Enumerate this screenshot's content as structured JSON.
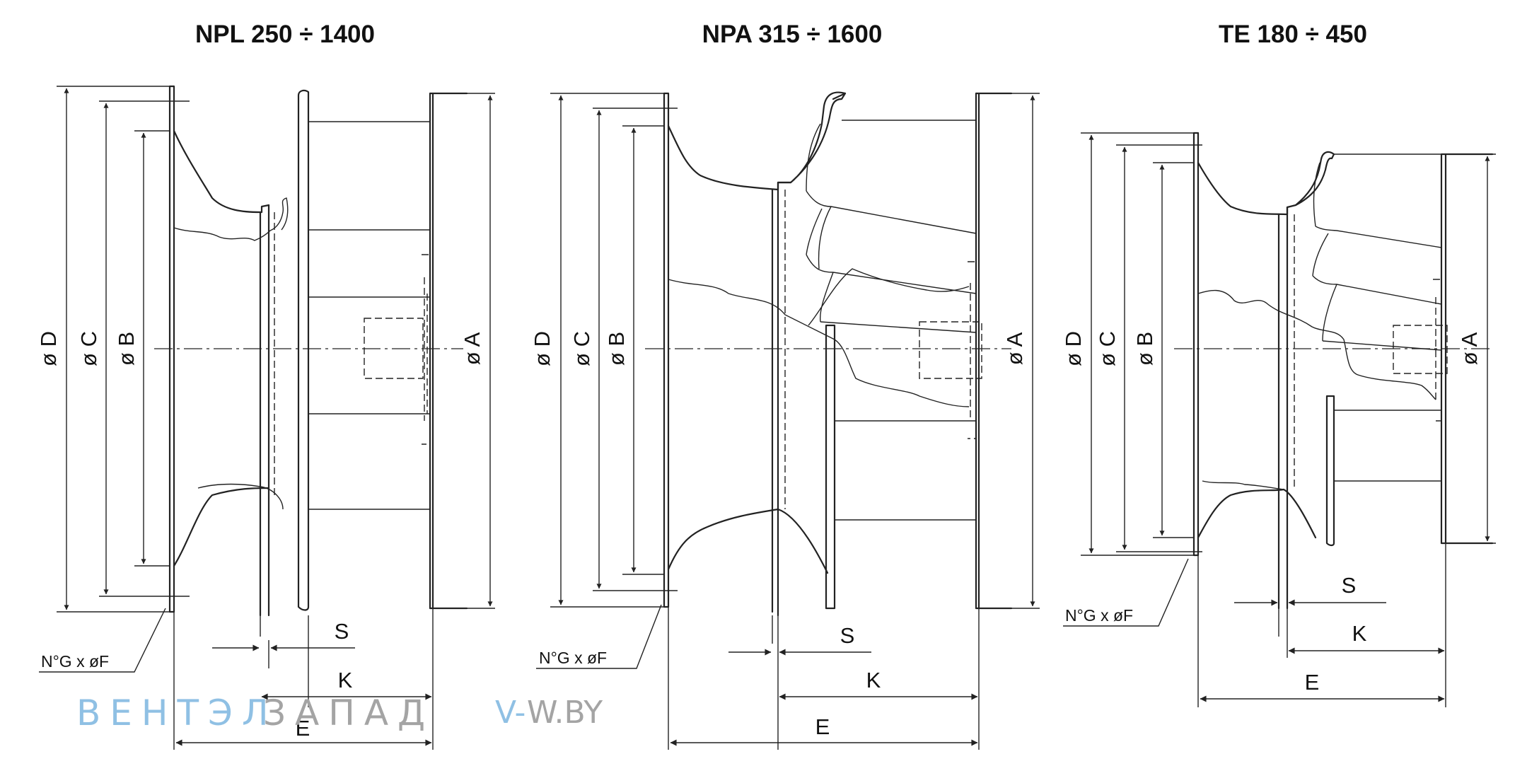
{
  "titles": {
    "npl": "NPL 250 ÷ 1400",
    "npa": "NPA 315 ÷ 1600",
    "te": "TE 180 ÷ 450"
  },
  "labels": {
    "d": "ø D",
    "c": "ø C",
    "b": "ø B",
    "a": "ø A",
    "s": "S",
    "k": "K",
    "e": "E",
    "holes": "N°G x øF"
  },
  "watermark": {
    "brand_part1": "ВЕНТЭЛ",
    "brand_part2": "ЗАПАД",
    "domain_part1": "V-",
    "domain_part2": "W.BY",
    "color_blue": "#8fc0e4",
    "color_gray": "#a4a4a4"
  },
  "colors": {
    "line": "#222222",
    "background": "#ffffff"
  }
}
